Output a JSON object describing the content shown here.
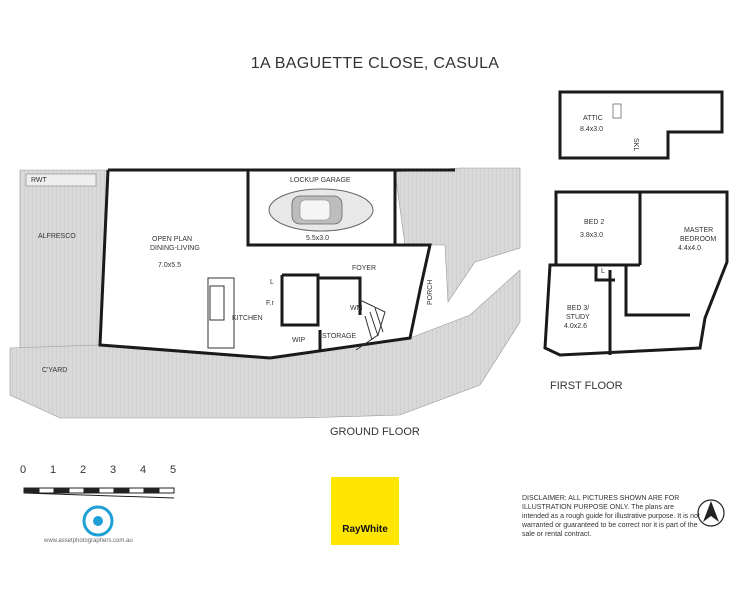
{
  "title": "1A BAGUETTE CLOSE, CASULA",
  "ground_floor": {
    "label": "GROUND FLOOR",
    "rooms": {
      "rwt": "RWT",
      "alfresco": "ALFRESCO",
      "open_plan_name_1": "OPEN PLAN",
      "open_plan_name_2": "DINING-LIVING",
      "open_plan_dim": "7.0x5.5",
      "garage_name": "LOCKUP GARAGE",
      "garage_dim": "5.5x3.0",
      "foyer": "FOYER",
      "porch": "PORCH",
      "kitchen": "KITCHEN",
      "wip": "WIP",
      "storage": "STORAGE",
      "wm": "WM",
      "fr": "F.r",
      "l": "L",
      "cyard": "C'YARD"
    }
  },
  "first_floor": {
    "label": "FIRST FLOOR",
    "rooms": {
      "bed2_name": "BED 2",
      "bed2_dim": "3.8x3.0",
      "master_name_1": "MASTER",
      "master_name_2": "BEDROOM",
      "master_dim": "4.4x4.0",
      "bed3_name_1": "BED 3/",
      "bed3_name_2": "STUDY",
      "bed3_dim": "4.0x2.6",
      "l": "L"
    }
  },
  "attic": {
    "name": "ATTIC",
    "dim": "8.4x3.0",
    "skl": "SKL"
  },
  "scale": {
    "ticks": [
      "0",
      "1",
      "2",
      "3",
      "4",
      "5"
    ]
  },
  "website": "www.assetphotographers.com.au",
  "brand": "RayWhite",
  "disclaimer": "DISCLAIMER: ALL PICTURES SHOWN ARE FOR ILLUSTRATION PURPOSE ONLY. The plans are intended as a rough guide for illustrative purpose. It is not warranted or guaranteed to be correct nor it is part of the sale or rental contract.",
  "colors": {
    "brand_yellow": "#ffe600",
    "wall": "#1a1a1a",
    "hatch_fill": "#dcdcdc",
    "camera_blue": "#1e9fd6"
  }
}
